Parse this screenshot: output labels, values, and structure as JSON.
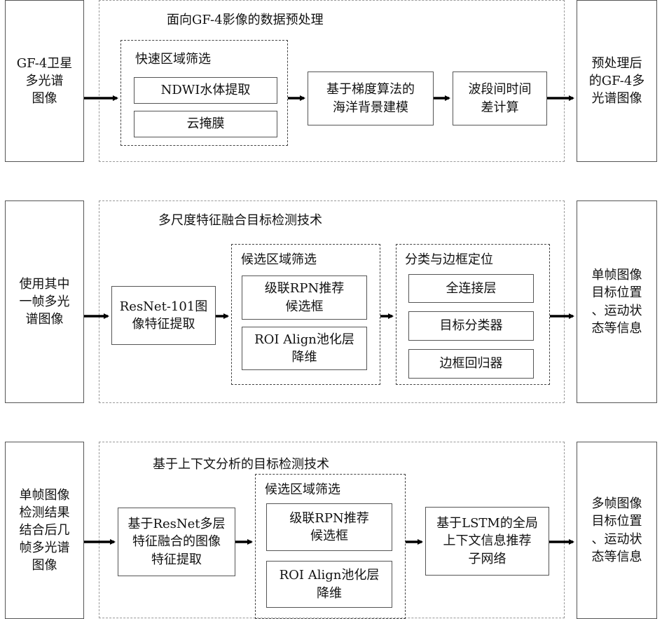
{
  "row1": {
    "input": "GF-4卫星\n多光谱\n图像",
    "group_title": "面向GF-4影像的数据预处理",
    "sub_title": "快速区域筛选",
    "ndwi": "NDWI水体提取",
    "cloud": "云掩膜",
    "gradient": "基于梯度算法的\n海洋背景建模",
    "band": "波段间时间\n差计算",
    "output": "预处理后\n的GF-4多\n光谱图像"
  },
  "row2": {
    "input": "使用其中\n一帧多光\n谱图像",
    "group_title": "多尺度特征融合目标检测技术",
    "resnet": "ResNet-101图\n像特征提取",
    "candidate_title": "候选区域筛选",
    "rpn": "级联RPN推荐\n候选框",
    "roi": "ROI Align池化层\n降维",
    "classify_title": "分类与边框定位",
    "fc": "全连接层",
    "classifier": "目标分类器",
    "regressor": "边框回归器",
    "output": "单帧图像\n目标位置\n、运动状\n态等信息"
  },
  "row3": {
    "input": "单帧图像\n检测结果\n结合后几\n帧多光谱\n图像",
    "group_title": "基于上下文分析的目标检测技术",
    "resnet": "基于ResNet多层\n特征融合的图像\n特征提取",
    "candidate_title": "候选区域筛选",
    "rpn": "级联RPN推荐\n候选框",
    "roi": "ROI Align池化层\n降维",
    "lstm": "基于LSTM的全局\n上下文信息推荐\n子网络",
    "output": "多帧图像\n目标位置\n、运动状\n态等信息"
  }
}
